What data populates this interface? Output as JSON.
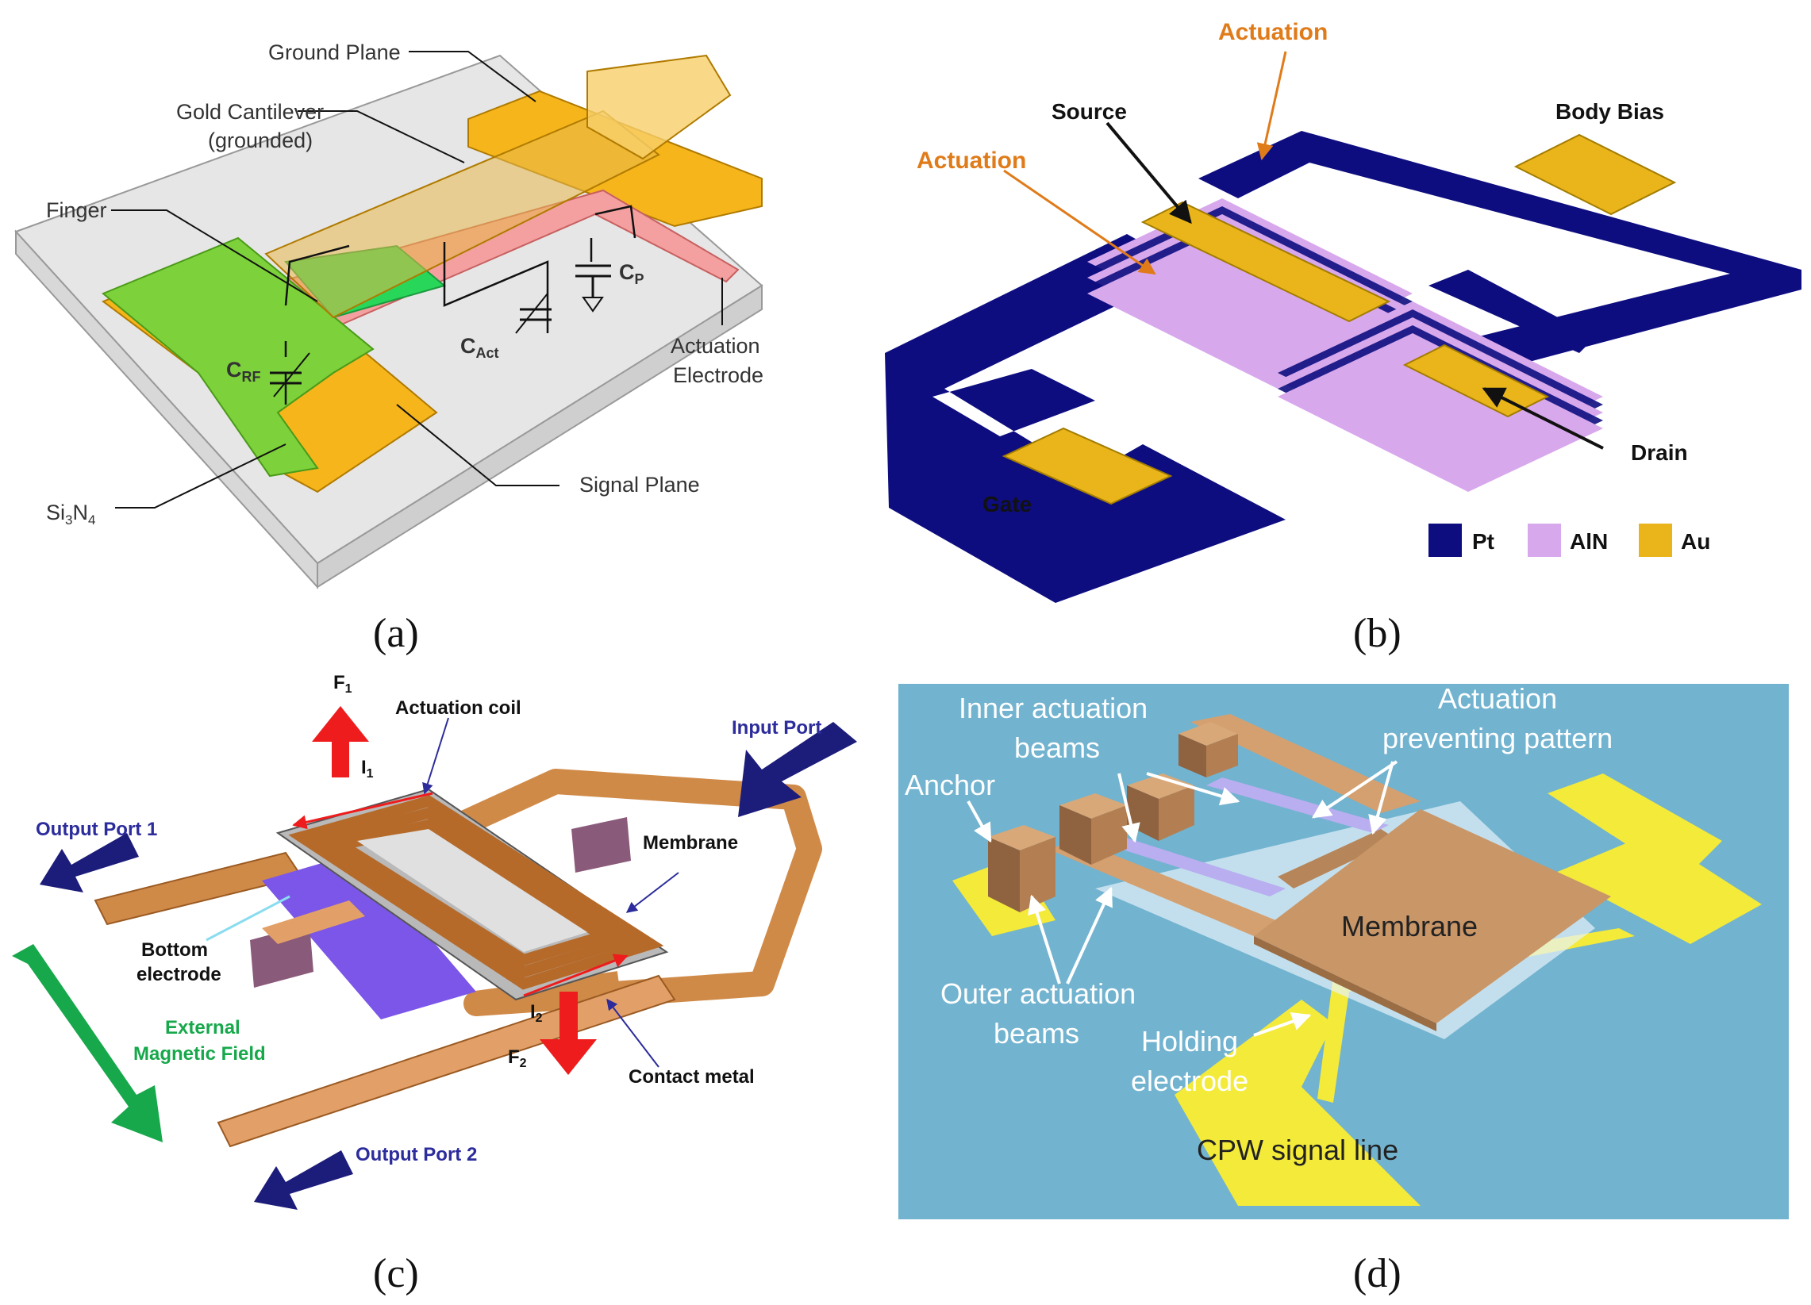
{
  "captions": [
    "(a)",
    "(b)",
    "(c)",
    "(d)"
  ],
  "panel_a": {
    "ground_plane": "Ground Plane",
    "cantilever_1": "Gold Cantilever",
    "cantilever_2": "(grounded)",
    "finger": "Finger",
    "c_p": "C",
    "c_p_sub": "P",
    "c_act": "C",
    "c_act_sub": "Act",
    "c_rf": "C",
    "c_rf_sub": "RF",
    "actuation_1": "Actuation",
    "actuation_2": "Electrode",
    "signal_plane": "Signal Plane",
    "si3n4_si": "Si",
    "si3n4_3": "3",
    "si3n4_n": "N",
    "si3n4_4": "4",
    "colors": {
      "gold": "#f5b51b",
      "green": "#7dd13b",
      "pink": "#f4a0a0",
      "substrate": "#e6e6e6"
    }
  },
  "panel_b": {
    "actuation_top": "Actuation",
    "actuation_left": "Actuation",
    "source": "Source",
    "body_bias": "Body Bias",
    "drain": "Drain",
    "gate": "Gate",
    "legend": [
      {
        "label": "Pt",
        "color": "#0d0d80"
      },
      {
        "label": "AlN",
        "color": "#d8a8ec"
      },
      {
        "label": "Au",
        "color": "#e9b51a"
      }
    ]
  },
  "panel_c": {
    "f1": "F",
    "f1_sub": "1",
    "actuation_coil": "Actuation coil",
    "input_port": "Input Port",
    "i1": "I",
    "i1_sub": "1",
    "output_port_1": "Output Port 1",
    "membrane": "Membrane",
    "bottom_1": "Bottom",
    "bottom_2": "electrode",
    "external_1": "External",
    "external_2": "Magnetic Field",
    "i2": "I",
    "i2_sub": "2",
    "f2": "F",
    "f2_sub": "2",
    "contact_metal": "Contact metal",
    "output_port_2": "Output Port 2",
    "colors": {
      "copper": "#d08a48",
      "blue": "#2c2c9c",
      "red": "#ee1c1c",
      "green": "#17a84b"
    }
  },
  "panel_d": {
    "inner_1": "Inner actuation",
    "inner_2": "beams",
    "act_prev_1": "Actuation",
    "act_prev_2": "preventing pattern",
    "anchor": "Anchor",
    "membrane": "Membrane",
    "outer_1": "Outer actuation",
    "outer_2": "beams",
    "holding_1": "Holding",
    "holding_2": "electrode",
    "cpw": "CPW signal line",
    "colors": {
      "background": "#72b3cf",
      "membrane": "#c99668",
      "line": "#f3ea3a"
    }
  }
}
